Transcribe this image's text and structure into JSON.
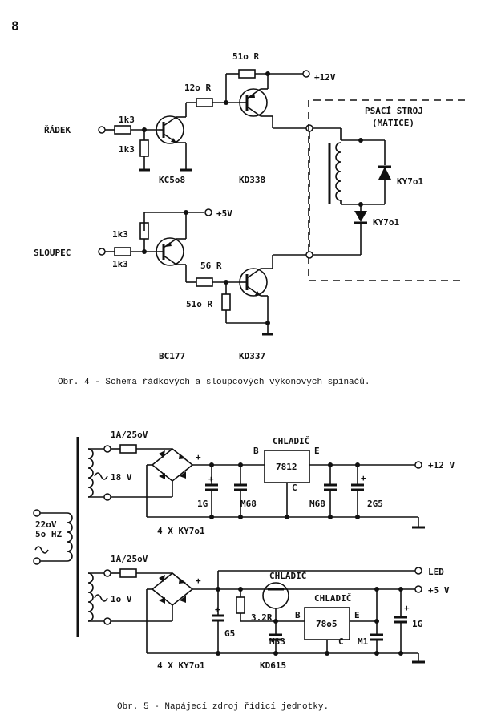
{
  "page_number": "8",
  "fig4": {
    "caption": "Obr. 4 - Schema řádkových a sloupcových výkonových spínačů.",
    "radek": "ŘÁDEK",
    "sloupec": "SLOUPEC",
    "r_1k3": "1k3",
    "r_120": "12o R",
    "r_510": "51o R",
    "r_56": "56 R",
    "plus12": "+12V",
    "plus5": "+5V",
    "kc508": "KC5o8",
    "kd338": "KD338",
    "bc177": "BC177",
    "kd337": "KD337",
    "psaci": "PSACÍ STROJ",
    "matice": "(MATICE)",
    "ky701": "KY7o1"
  },
  "fig5": {
    "caption": "Obr. 5 - Napájecí zdroj řídicí jednotky.",
    "fuse": "1A/25oV",
    "v18": "18 V",
    "v10": "1o V",
    "mains_v": "22oV",
    "mains_hz": "5o HZ",
    "bridge": "4 X KY7o1",
    "chladic": "CHLADIČ",
    "reg12": "7812",
    "reg05": "78o5",
    "b": "B",
    "c": "C",
    "e": "E",
    "plus12": "+12 V",
    "plus5": "+5 V",
    "led": "LED",
    "c1g": "1G",
    "cm68": "M68",
    "c2g5": "2G5",
    "cg5": "G5",
    "r3k2": "3.2R",
    "cm33": "M33",
    "cm1": "M1",
    "kd615": "KD615",
    "plus": "+"
  }
}
